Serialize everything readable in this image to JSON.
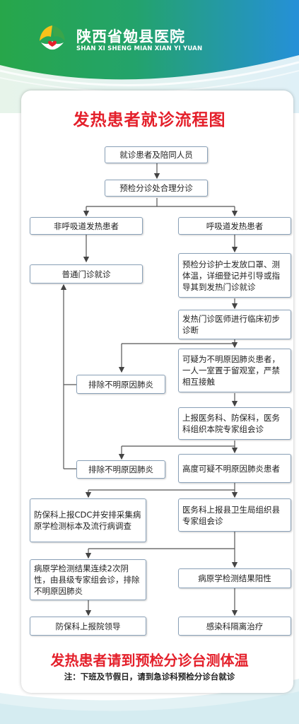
{
  "header": {
    "hospital_name": "陕西省勉县医院",
    "hospital_name_en": "SHAN XI SHENG MIAN XIAN YI YUAN",
    "logo": "hospital-logo-icon"
  },
  "title": "发热患者就诊流程图",
  "steps": {
    "s1": "就诊患者及陪同人员",
    "s2": "预检分诊处合理分诊",
    "left1": "非呼吸道发热患者",
    "right1": "呼吸道发热患者",
    "left2": "普通门诊就诊",
    "r2": "预检分诊护士发放口罩、测体温，详细登记并引导或指导其到发热门诊就诊",
    "r3": "发热门诊医师进行临床初步诊断",
    "r4": "可疑为不明原因肺炎患者，一人一室置于留观室，严禁相互接触",
    "ex1": "排除不明原因肺炎",
    "r5": "上报医务科、防保科，医务科组织本院专家组会诊",
    "ex2": "排除不明原因肺炎",
    "r6": "高度可疑不明原因肺炎患者",
    "l7": "防保科上报CDC并安排采集病原学检测标本及流行病调查",
    "r7": "医务科上报县卫生局组织县专家组会诊",
    "l8": "病原学检测结果连续2次阴性，由县级专家组会诊，排除不明原因肺炎",
    "r8": "病原学检测结果阳性",
    "l9": "防保科上报院领导",
    "r9": "感染科隔离治疗"
  },
  "footer": {
    "slogan": "发热患者请到预检分诊台测体温",
    "note": "注：下班及节假日，请到急诊科预检分诊台就诊"
  },
  "colors": {
    "title_red": "#e4202b",
    "header_green": "#22a84a",
    "header_blue": "#1e8fd6",
    "box_border": "#8aa1b8"
  }
}
